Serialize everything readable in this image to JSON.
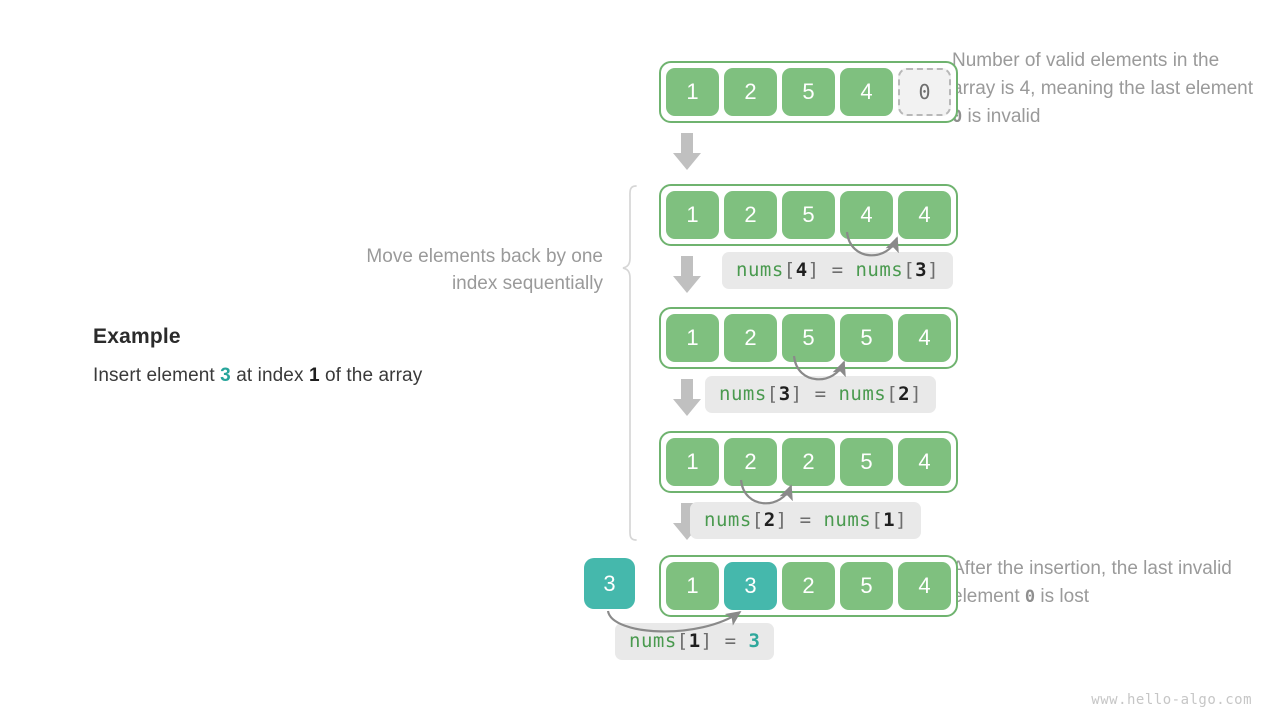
{
  "diagram": {
    "title_block": {
      "heading": "Example",
      "desc_prefix": "Insert element ",
      "desc_value": "3",
      "desc_middle": " at index ",
      "desc_index": "1",
      "desc_suffix": " of the array"
    },
    "move_note": "Move elements back by one index sequentially",
    "notes": {
      "top_part1": "Number of valid elements in the array is 4, meaning the last element ",
      "top_zero": "0",
      "top_part2": " is invalid",
      "bottom_part1": "After the insertion, the last invalid element ",
      "bottom_zero": "0",
      "bottom_part2": " is lost"
    },
    "arrays": [
      {
        "name": "array-initial",
        "cells": [
          "1",
          "2",
          "5",
          "4",
          "0"
        ],
        "invalid_index": 4,
        "teal_index": -1
      },
      {
        "name": "array-step1",
        "cells": [
          "1",
          "2",
          "5",
          "4",
          "4"
        ],
        "invalid_index": -1,
        "teal_index": -1
      },
      {
        "name": "array-step2",
        "cells": [
          "1",
          "2",
          "5",
          "5",
          "4"
        ],
        "invalid_index": -1,
        "teal_index": -1
      },
      {
        "name": "array-step3",
        "cells": [
          "1",
          "2",
          "2",
          "5",
          "4"
        ],
        "invalid_index": -1,
        "teal_index": -1
      },
      {
        "name": "array-final",
        "cells": [
          "1",
          "3",
          "2",
          "5",
          "4"
        ],
        "invalid_index": -1,
        "teal_index": 1
      }
    ],
    "insert_value": "3",
    "code_chips": [
      {
        "name": "code-chip-step1",
        "fn_left": "nums",
        "idx_left": "4",
        "op": "=",
        "fn_right": "nums",
        "idx_right": "3",
        "right_is_value": false
      },
      {
        "name": "code-chip-step2",
        "fn_left": "nums",
        "idx_left": "3",
        "op": "=",
        "fn_right": "nums",
        "idx_right": "2",
        "right_is_value": false
      },
      {
        "name": "code-chip-step3",
        "fn_left": "nums",
        "idx_left": "2",
        "op": "=",
        "fn_right": "nums",
        "idx_right": "1",
        "right_is_value": false
      },
      {
        "name": "code-chip-final",
        "fn_left": "nums",
        "idx_left": "1",
        "op": "=",
        "fn_right": "",
        "idx_right": "",
        "right_value": "3",
        "right_is_value": true
      }
    ],
    "watermark": "www.hello-algo.com",
    "colors": {
      "green_fill": "#7fc07f",
      "green_border": "#6fb36f",
      "teal": "#45b8ac",
      "gray_text": "#9a9a9a",
      "chip_bg": "#e9e9e9",
      "arrow_gray": "#bfbfbf",
      "curve_gray": "#8a8a8a"
    }
  }
}
